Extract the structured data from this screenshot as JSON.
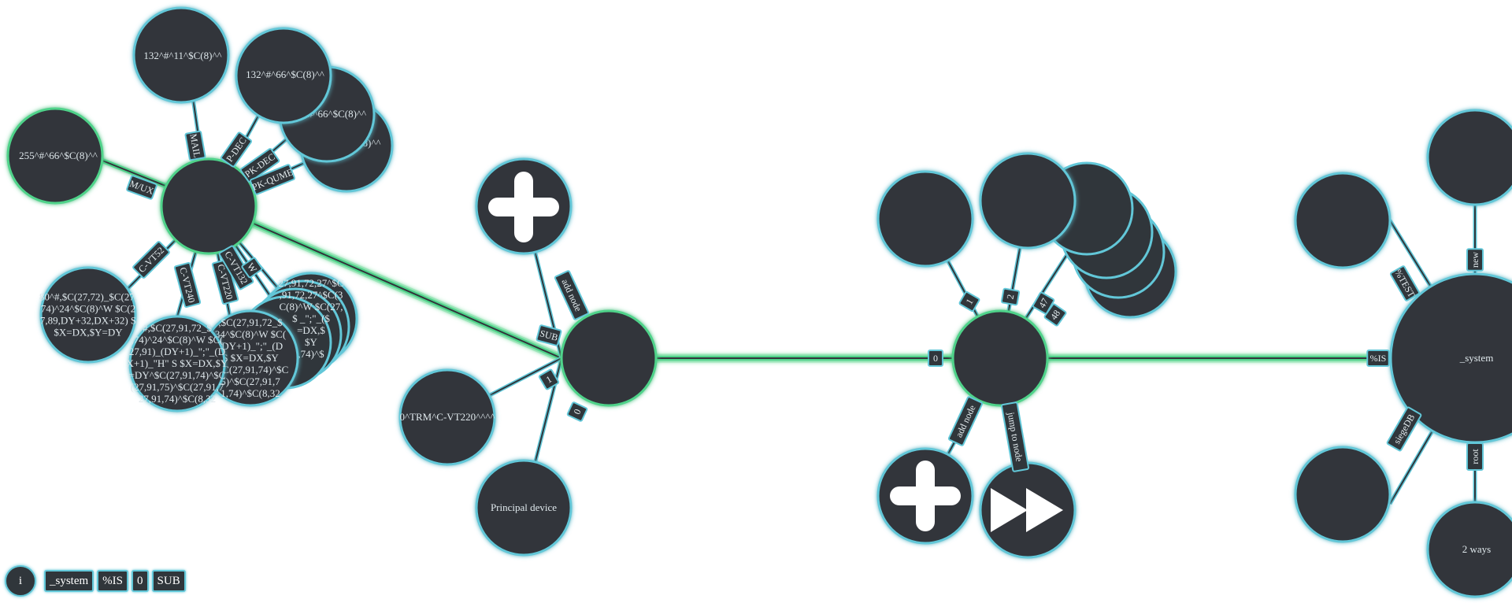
{
  "colors": {
    "node_fill": "#30363b",
    "edge_cyan": "#62c7d8",
    "edge_green": "#4fd38a",
    "glow_green": "#7be6a6",
    "label_text": "#e4ecef"
  },
  "nodes": {
    "system": "_system",
    "two_ways": "2 ways",
    "principal_device": "Principal device",
    "trm": "0^TRM^C-VT220^^^^",
    "n255": "255^#^66^$C(8)^^",
    "n132a": "132^#^11^$C(8)^^",
    "n132b": "132^#^66^$C(8)^^",
    "n66_partial": "#^66^$C(8)^^",
    "n8_partial": "8)^^",
    "vt52_lines": [
      "80^#,$C(27,72)_$C(27,",
      "74)^24^$C(8)^W $C(2",
      "7,89,DY+32,DX+32) S",
      "$X=DX,$Y=DY"
    ],
    "vt240_lines": [
      "#,$C(27,91,72_$",
      ",74)^24^$C(8)^W $C(",
      "27,91)_(DY+1)_\";\"_(D",
      "X+1)_\"H\" S $X=DX,$Y",
      "=DY^$C(27,91,74)^$C",
      "(27,91,75)^$C(27,91,7",
      "27,91,74)^$C(8,32"
    ],
    "vt220_lines": [
      ",$C(27,91,72_$",
      "34^$C(8)^W $C(",
      "(DY+1)_\";\"_(D",
      "S $X=DX,$Y",
      "^$C(27,91,74)^$C",
      "5)^$C(27,91,7",
      "1,74)^$C(8,32"
    ],
    "stack_lines": [
      "27,91,72,27^$C",
      ",91,72,27^$C(3",
      "C(8)^W $C(27,",
      "$ _\";\"_($",
      "=DX,$",
      "$Y",
      ",74)^$"
    ]
  },
  "edges": {
    "mux": "M/UX",
    "mail": "MAIL",
    "p_dec": "P-DEC",
    "pk_dec": "PK-DEC",
    "pk_qume": "PK-QUME",
    "c_vt52": "C-VT52",
    "c_vt240": "C-VT240",
    "c_vt220": "C-VT220",
    "c_vt132": "C-VT132",
    "extra1": "W",
    "sub": "SUB",
    "add_node": "add node",
    "one": "1",
    "zero": "0",
    "two": "2",
    "n47": "47",
    "n48": "48",
    "pct_is": "%IS",
    "pct_test": "%TEST",
    "new": "new",
    "siege_db": "siegeDB",
    "root": "root",
    "jump": "jump to node"
  },
  "icons": {
    "add": "plus-icon",
    "jump": "fast-forward-icon",
    "info": "info-icon"
  },
  "breadcrumb": {
    "info_label": "i",
    "items": [
      "_system",
      "%IS",
      "0",
      "SUB"
    ]
  }
}
